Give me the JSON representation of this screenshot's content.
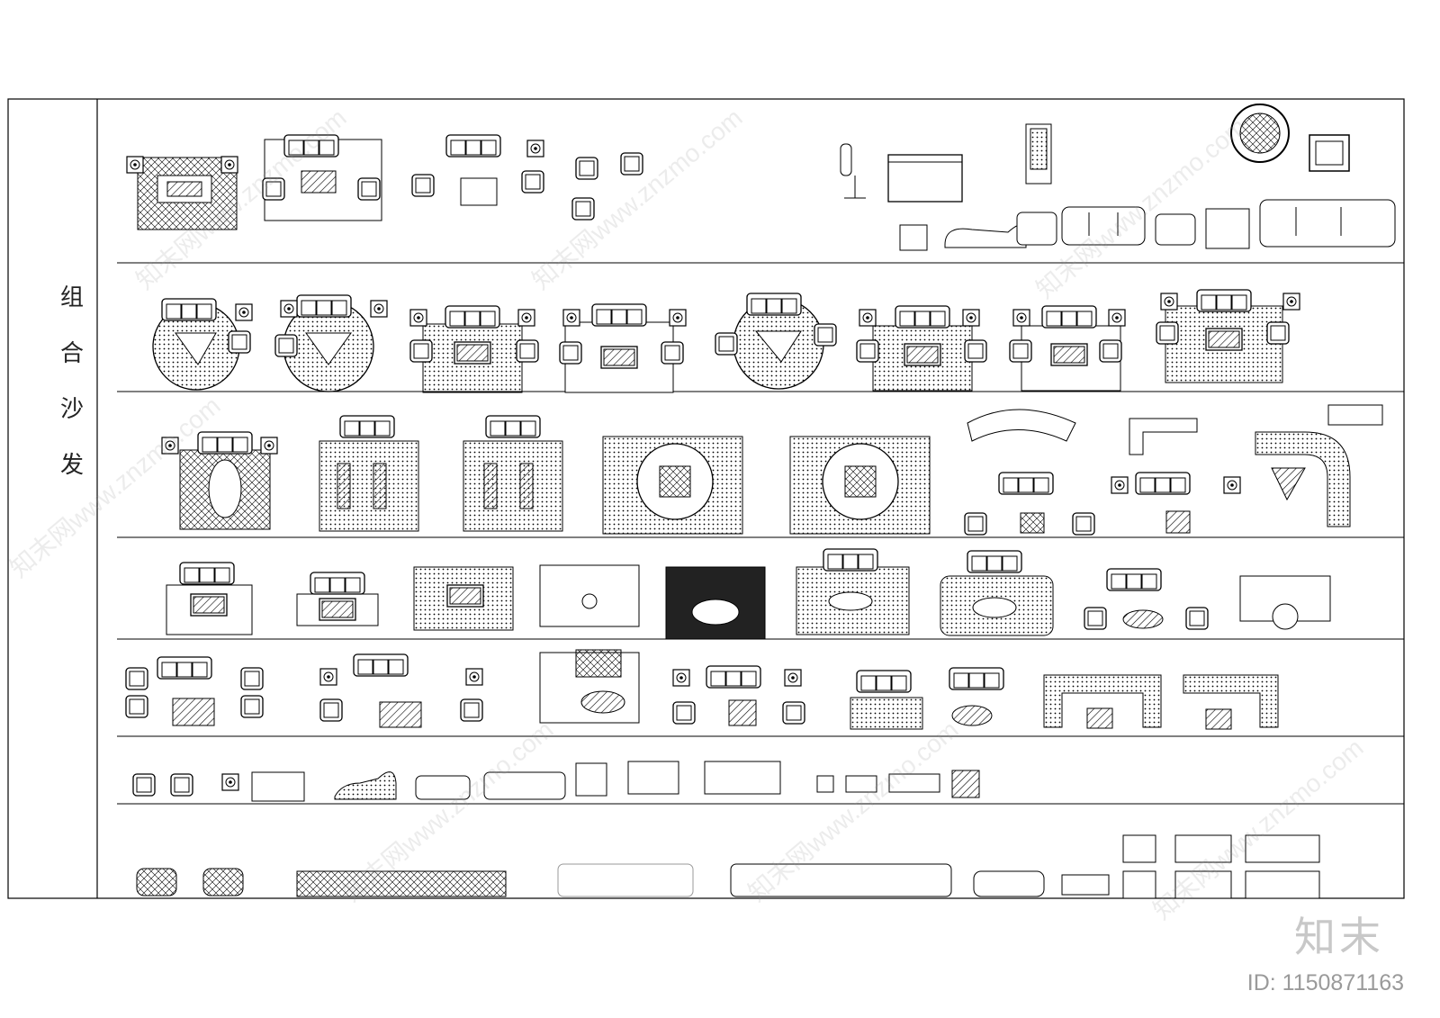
{
  "sheet": {
    "title_chars": [
      "组",
      "合",
      "沙",
      "发"
    ]
  },
  "watermark": {
    "text": "知末网www.znzmo.com",
    "brand": "知末",
    "id_text": "ID: 1150871163"
  },
  "colors": {
    "line": "#000000",
    "fill_gray": "#9a9a9a",
    "watermark": "#c8c8c8"
  }
}
